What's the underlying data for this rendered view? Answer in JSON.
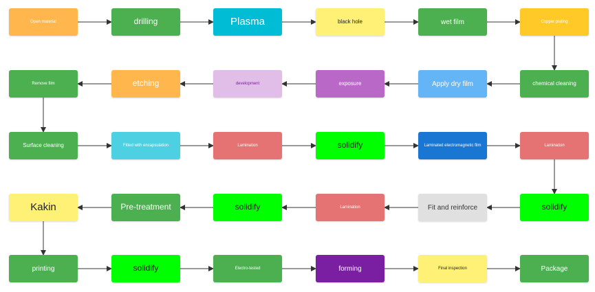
{
  "nodes": [
    {
      "id": "n1",
      "label": "Open material",
      "color": "#ffb74d",
      "text_color": "#ffffff"
    },
    {
      "id": "n2",
      "label": "drilling",
      "color": "#4caf50",
      "text_color": "#ffffff"
    },
    {
      "id": "n3",
      "label": "Plasma",
      "color": "#00bcd4",
      "text_color": "#ffffff"
    },
    {
      "id": "n4",
      "label": "black hole",
      "color": "#fff176",
      "text_color": "#222222"
    },
    {
      "id": "n5",
      "label": "wet film",
      "color": "#4caf50",
      "text_color": "#ffffff"
    },
    {
      "id": "n6",
      "label": "Copper plating",
      "color": "#ffca28",
      "text_color": "#ffffff"
    },
    {
      "id": "n7",
      "label": "chemical cleaning",
      "color": "#4caf50",
      "text_color": "#ffffff"
    },
    {
      "id": "n8",
      "label": "Apply dry film",
      "color": "#64b5f6",
      "text_color": "#ffffff"
    },
    {
      "id": "n9",
      "label": "exposure",
      "color": "#ba68c8",
      "text_color": "#ffffff"
    },
    {
      "id": "n10",
      "label": "development",
      "color": "#e1bee7",
      "text_color": "#7b1fa2"
    },
    {
      "id": "n11",
      "label": "etching",
      "color": "#ffb74d",
      "text_color": "#ffffff"
    },
    {
      "id": "n12",
      "label": "Remove film",
      "color": "#4caf50",
      "text_color": "#ffffff"
    },
    {
      "id": "n13",
      "label": "Surface cleaning",
      "color": "#4caf50",
      "text_color": "#ffffff"
    },
    {
      "id": "n14",
      "label": "Fitted with encapsulation",
      "color": "#4dd0e1",
      "text_color": "#ffffff"
    },
    {
      "id": "n15",
      "label": "Lamination",
      "color": "#e57373",
      "text_color": "#ffffff"
    },
    {
      "id": "n16",
      "label": "solidify",
      "color": "#00ff00",
      "text_color": "#222222"
    },
    {
      "id": "n17",
      "label": "Laminated electromagnetic film",
      "color": "#1976d2",
      "text_color": "#ffffff"
    },
    {
      "id": "n18",
      "label": "Lamination",
      "color": "#e57373",
      "text_color": "#ffffff"
    },
    {
      "id": "n19",
      "label": "solidify",
      "color": "#00ff00",
      "text_color": "#222222"
    },
    {
      "id": "n20",
      "label": "Fit and reinforce",
      "color": "#e0e0e0",
      "text_color": "#333333"
    },
    {
      "id": "n21",
      "label": "Lamination",
      "color": "#e57373",
      "text_color": "#ffffff"
    },
    {
      "id": "n22",
      "label": "solidify",
      "color": "#00ff00",
      "text_color": "#222222"
    },
    {
      "id": "n23",
      "label": "Pre-treatment",
      "color": "#4caf50",
      "text_color": "#ffffff"
    },
    {
      "id": "n24",
      "label": "Kakin",
      "color": "#fff176",
      "text_color": "#222222"
    },
    {
      "id": "n25",
      "label": "printing",
      "color": "#4caf50",
      "text_color": "#ffffff"
    },
    {
      "id": "n26",
      "label": "solidify",
      "color": "#00ff00",
      "text_color": "#222222"
    },
    {
      "id": "n27",
      "label": "Electro-tested",
      "color": "#4caf50",
      "text_color": "#ffffff"
    },
    {
      "id": "n28",
      "label": "forming",
      "color": "#7b1fa2",
      "text_color": "#ffffff"
    },
    {
      "id": "n29",
      "label": "Final inspection",
      "color": "#fff176",
      "text_color": "#222222"
    },
    {
      "id": "n30",
      "label": "Package",
      "color": "#4caf50",
      "text_color": "#ffffff"
    }
  ],
  "edges": [
    [
      "n1",
      "n2"
    ],
    [
      "n2",
      "n3"
    ],
    [
      "n3",
      "n4"
    ],
    [
      "n4",
      "n5"
    ],
    [
      "n5",
      "n6"
    ],
    [
      "n6",
      "n7"
    ],
    [
      "n7",
      "n8"
    ],
    [
      "n8",
      "n9"
    ],
    [
      "n9",
      "n10"
    ],
    [
      "n10",
      "n11"
    ],
    [
      "n11",
      "n12"
    ],
    [
      "n12",
      "n13"
    ],
    [
      "n13",
      "n14"
    ],
    [
      "n14",
      "n15"
    ],
    [
      "n15",
      "n16"
    ],
    [
      "n16",
      "n17"
    ],
    [
      "n17",
      "n18"
    ],
    [
      "n18",
      "n19"
    ],
    [
      "n19",
      "n20"
    ],
    [
      "n20",
      "n21"
    ],
    [
      "n21",
      "n22"
    ],
    [
      "n22",
      "n23"
    ],
    [
      "n23",
      "n24"
    ],
    [
      "n24",
      "n25"
    ],
    [
      "n25",
      "n26"
    ],
    [
      "n26",
      "n27"
    ],
    [
      "n27",
      "n28"
    ],
    [
      "n28",
      "n29"
    ],
    [
      "n29",
      "n30"
    ]
  ]
}
